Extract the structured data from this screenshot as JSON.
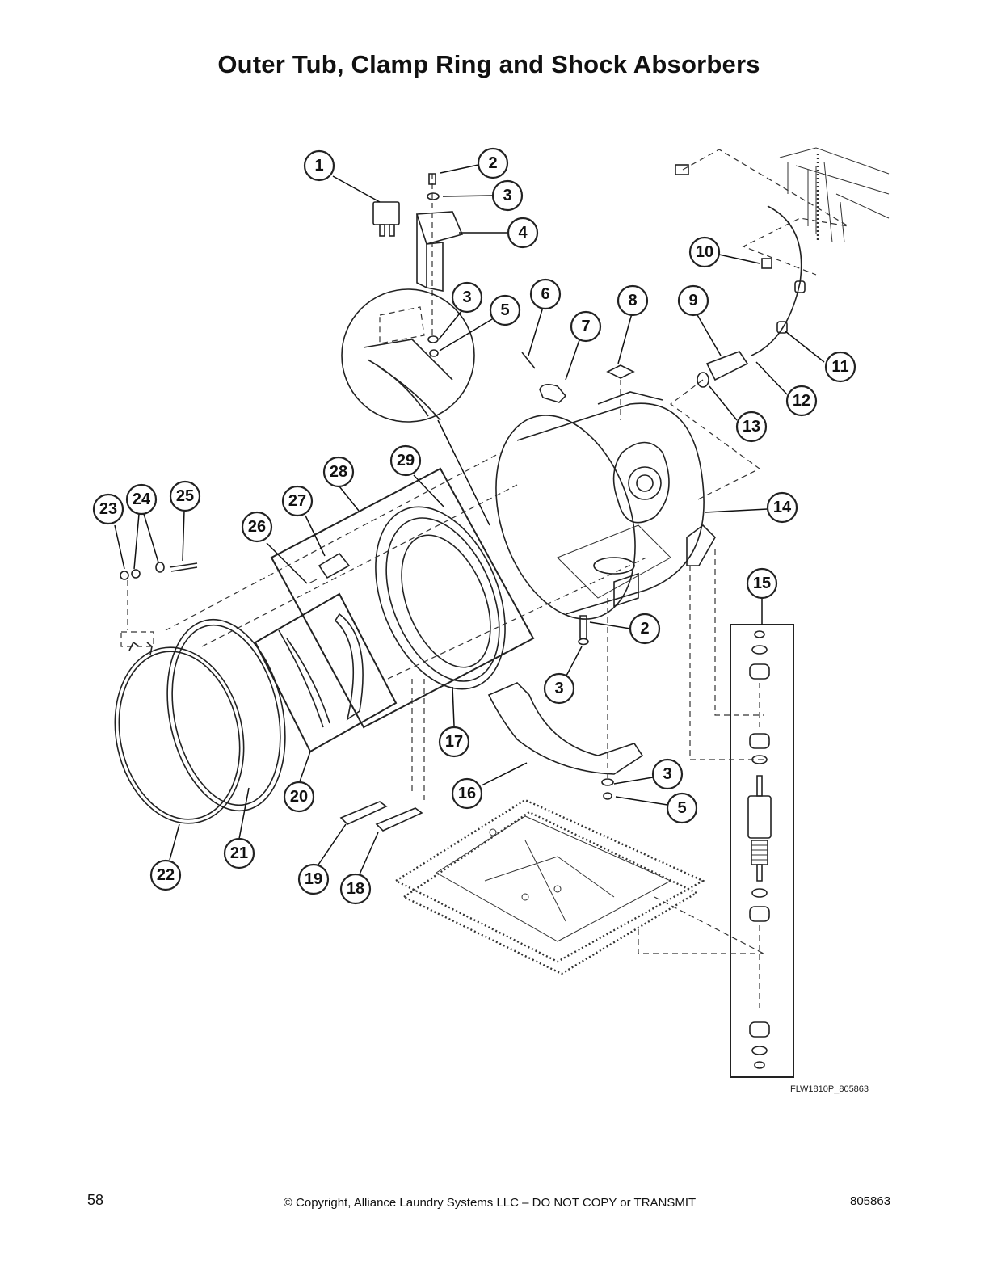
{
  "page": {
    "title": "Outer Tub, Clamp Ring and Shock Absorbers",
    "figure_code": "FLW1810P_805863",
    "page_number": "58",
    "copyright": "© Copyright, Alliance Laundry Systems LLC – DO NOT COPY or TRANSMIT",
    "document_number": "805863"
  },
  "callouts": [
    {
      "id": "c1",
      "label": "1"
    },
    {
      "id": "c2a",
      "label": "2"
    },
    {
      "id": "c3a",
      "label": "3"
    },
    {
      "id": "c4",
      "label": "4"
    },
    {
      "id": "c3b",
      "label": "3"
    },
    {
      "id": "c5a",
      "label": "5"
    },
    {
      "id": "c6",
      "label": "6"
    },
    {
      "id": "c7",
      "label": "7"
    },
    {
      "id": "c8",
      "label": "8"
    },
    {
      "id": "c9",
      "label": "9"
    },
    {
      "id": "c10",
      "label": "10"
    },
    {
      "id": "c11",
      "label": "11"
    },
    {
      "id": "c12",
      "label": "12"
    },
    {
      "id": "c13",
      "label": "13"
    },
    {
      "id": "c14",
      "label": "14"
    },
    {
      "id": "c15",
      "label": "15"
    },
    {
      "id": "c2b",
      "label": "2"
    },
    {
      "id": "c3c",
      "label": "3"
    },
    {
      "id": "c3d",
      "label": "3"
    },
    {
      "id": "c5b",
      "label": "5"
    },
    {
      "id": "c16",
      "label": "16"
    },
    {
      "id": "c17",
      "label": "17"
    },
    {
      "id": "c18",
      "label": "18"
    },
    {
      "id": "c19",
      "label": "19"
    },
    {
      "id": "c20",
      "label": "20"
    },
    {
      "id": "c21",
      "label": "21"
    },
    {
      "id": "c22",
      "label": "22"
    },
    {
      "id": "c23",
      "label": "23"
    },
    {
      "id": "c24",
      "label": "24"
    },
    {
      "id": "c25",
      "label": "25"
    },
    {
      "id": "c26",
      "label": "26"
    },
    {
      "id": "c27",
      "label": "27"
    },
    {
      "id": "c28",
      "label": "28"
    },
    {
      "id": "c29",
      "label": "29"
    }
  ]
}
